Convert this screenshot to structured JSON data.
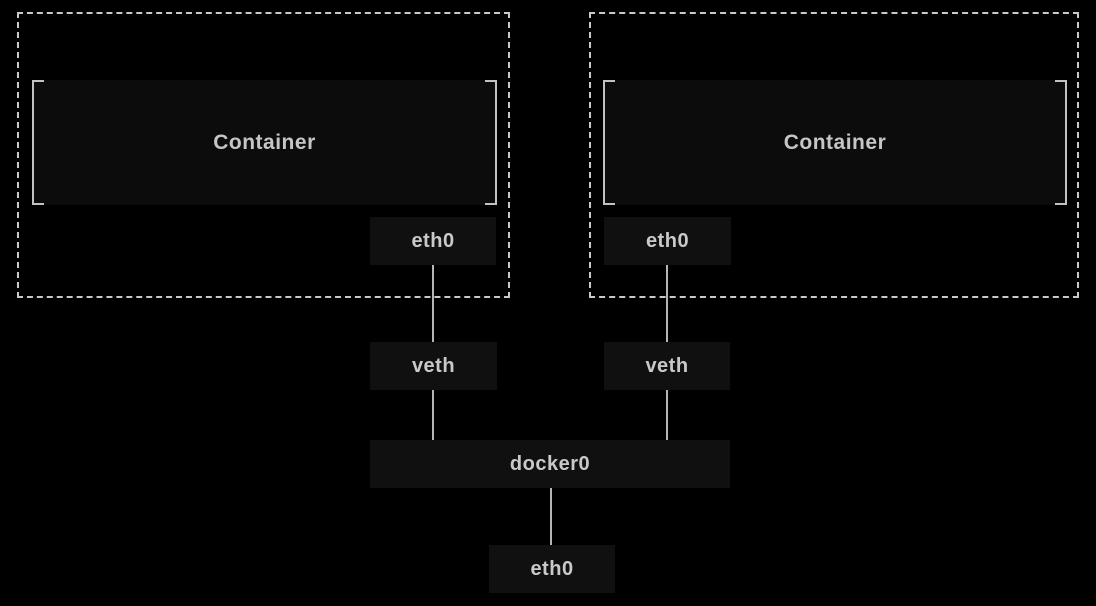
{
  "colors": {
    "background": "#000000",
    "namespace_border": "#c9c9c9",
    "container_fill": "#0c0c0c",
    "node_fill": "#101010",
    "bracket": "#c2c2c2",
    "connector_line": "#b5b5b5",
    "text": "#c6c6c6"
  },
  "namespaces": [
    {
      "container_label": "Container",
      "interface_label": "eth0"
    },
    {
      "container_label": "Container",
      "interface_label": "eth0"
    }
  ],
  "veth_pairs": [
    {
      "label": "veth"
    },
    {
      "label": "veth"
    }
  ],
  "bridge": {
    "label": "docker0"
  },
  "host_interface": {
    "label": "eth0"
  }
}
